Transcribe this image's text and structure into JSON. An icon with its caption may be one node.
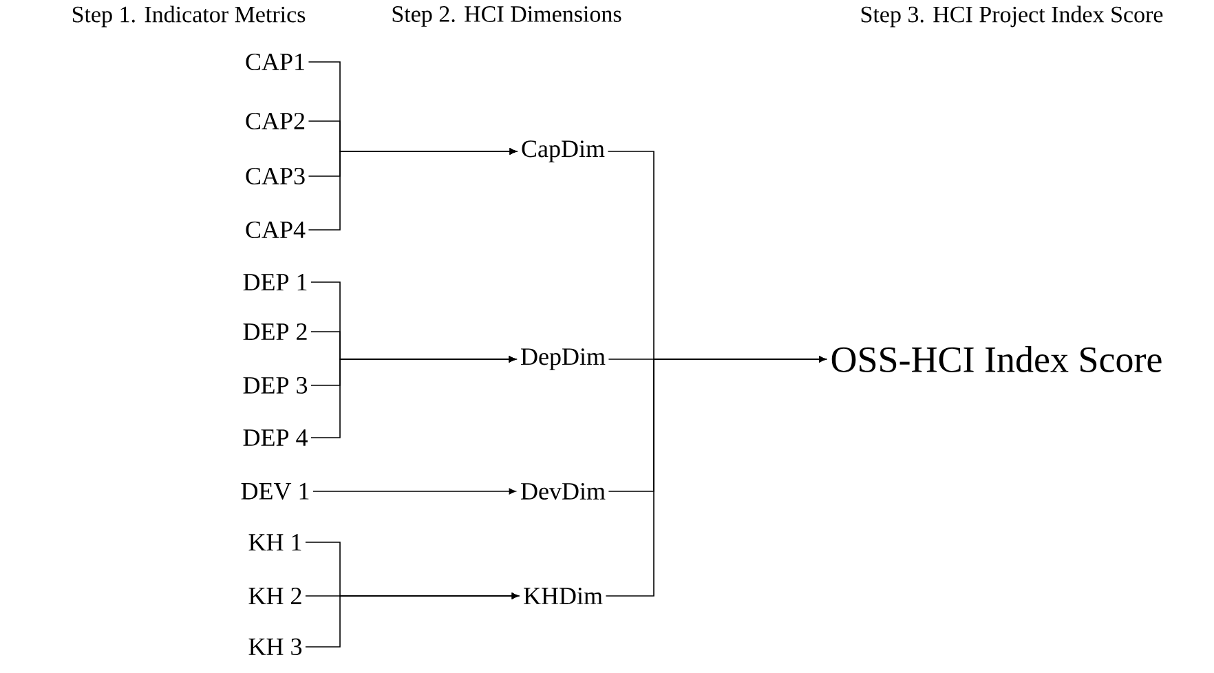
{
  "diagram": {
    "nodes": [
      {
        "text": [
          "CAP1"
        ]
      },
      {
        "text": [
          "CAP2"
        ]
      },
      {
        "text": [
          "CAP3"
        ]
      },
      {
        "text": [
          "CAP4"
        ]
      },
      {
        "text": [
          "DEP 1"
        ]
      },
      {
        "text": [
          "DEP 2"
        ]
      },
      {
        "text": [
          "DEP 3"
        ]
      },
      {
        "text": [
          "DEP 4"
        ]
      },
      {
        "text": [
          "DEV 1"
        ]
      },
      {
        "text": [
          "KH 1"
        ]
      },
      {
        "text": [
          "KH 2"
        ]
      },
      {
        "text": [
          "KH 3"
        ]
      },
      {
        "text": [
          "CapDim"
        ]
      },
      {
        "text": [
          "DepDim"
        ]
      },
      {
        "text": [
          "DevDim"
        ]
      },
      {
        "text": [
          "KHDim"
        ]
      },
      {
        "text": [
          "OSS-HCI Index Score"
        ]
      }
    ],
    "edges": [
      {
        "from": 0,
        "to": 12,
        "arrow": "to"
      },
      {
        "from": 1,
        "to": 12,
        "arrow": "to"
      },
      {
        "from": 2,
        "to": 12,
        "arrow": "to"
      },
      {
        "from": 3,
        "to": 12,
        "arrow": "to"
      },
      {
        "from": 4,
        "to": 13,
        "arrow": "to"
      },
      {
        "from": 5,
        "to": 13,
        "arrow": "to"
      },
      {
        "from": 6,
        "to": 13,
        "arrow": "to"
      },
      {
        "from": 7,
        "to": 13,
        "arrow": "to"
      },
      {
        "from": 8,
        "to": 14,
        "arrow": "to"
      },
      {
        "from": 9,
        "to": 15,
        "arrow": "to"
      },
      {
        "from": 10,
        "to": 15,
        "arrow": "to"
      },
      {
        "from": 11,
        "to": 15,
        "arrow": "to"
      },
      {
        "from": 12,
        "to": 16,
        "arrow": "to"
      },
      {
        "from": 13,
        "to": 16,
        "arrow": "to"
      },
      {
        "from": 14,
        "to": 16,
        "arrow": "to"
      },
      {
        "from": 15,
        "to": 16,
        "arrow": "to"
      }
    ],
    "labels": [
      "Step 1. Indicator Metrics",
      "Step  2. HCI Dimensions",
      "Step 3. HCI Project  Index Score"
    ]
  }
}
